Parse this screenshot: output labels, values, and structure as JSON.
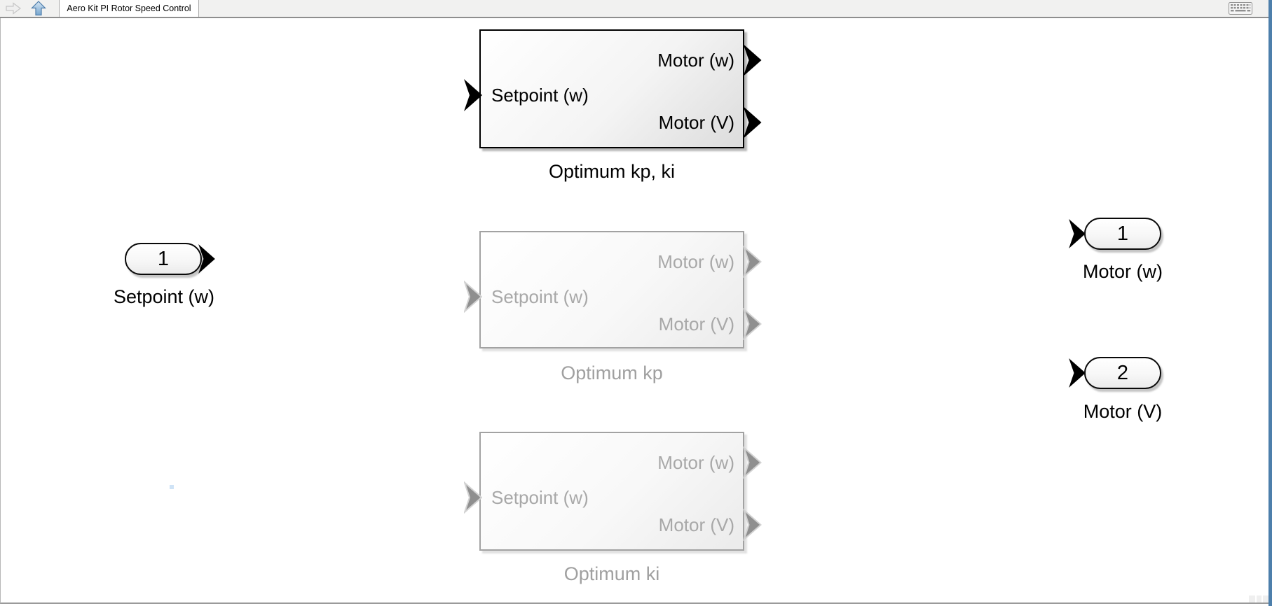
{
  "toolbar": {
    "tab_title": "Aero Kit PI Rotor Speed Control",
    "icons": {
      "forward": "forward-arrow",
      "up": "up-arrow",
      "keyboard": "keyboard"
    }
  },
  "diagram": {
    "subsystems": [
      {
        "caption": "Optimum kp, ki",
        "state": "active",
        "input": "Setpoint (w)",
        "outputs": [
          "Motor (w)",
          "Motor (V)"
        ]
      },
      {
        "caption": "Optimum kp",
        "state": "disabled",
        "input": "Setpoint (w)",
        "outputs": [
          "Motor (w)",
          "Motor (V)"
        ]
      },
      {
        "caption": "Optimum ki",
        "state": "disabled",
        "input": "Setpoint (w)",
        "outputs": [
          "Motor (w)",
          "Motor (V)"
        ]
      }
    ],
    "inport": {
      "number": "1",
      "label": "Setpoint (w)"
    },
    "outports": [
      {
        "number": "1",
        "label": "Motor (w)"
      },
      {
        "number": "2",
        "label": "Motor (V)"
      }
    ]
  },
  "colors": {
    "window_edge_blue": "#4d7fab",
    "disabled_gray": "#a8a8a8",
    "block_border_active": "#000000",
    "block_border_disabled": "#a2a2a2",
    "toolbar_bg": "#f1f1f0"
  }
}
